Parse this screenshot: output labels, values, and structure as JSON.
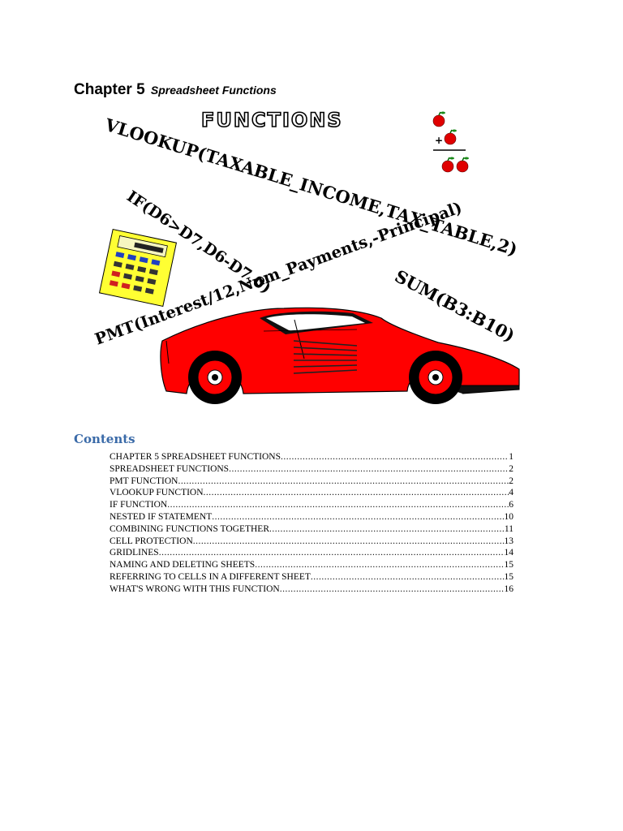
{
  "document": {
    "chapter_label": "Chapter 5",
    "chapter_subtitle": "Spreadsheet Functions"
  },
  "banner": {
    "title": "FUNCTIONS",
    "formula_vlookup": "VLOOKUP(TAXABLE_INCOME,TAX_TABLE,2)",
    "formula_if": "IF(D6>D7,D6-D7,0)",
    "formula_pmt": "PMT(Interest/12,Num_Payments,-Principal)",
    "formula_sum": "SUM(B3:B10)",
    "plus_sign": "+"
  },
  "contents": {
    "heading": "Contents",
    "entries": [
      {
        "title": "CHAPTER 5 SPREADSHEET FUNCTIONS",
        "page": "1"
      },
      {
        "title": "SPREADSHEET FUNCTIONS",
        "page": "2"
      },
      {
        "title": "PMT FUNCTION",
        "page": "2"
      },
      {
        "title": "VLOOKUP FUNCTION",
        "page": "4"
      },
      {
        "title": "IF FUNCTION",
        "page": "6"
      },
      {
        "title": "NESTED IF STATEMENT",
        "page": "10"
      },
      {
        "title": "COMBINING FUNCTIONS TOGETHER",
        "page": "11"
      },
      {
        "title": "CELL PROTECTION",
        "page": "13"
      },
      {
        "title": "GRIDLINES",
        "page": "14"
      },
      {
        "title": "NAMING AND DELETING SHEETS",
        "page": "15"
      },
      {
        "title": "REFERRING TO CELLS IN A DIFFERENT SHEET",
        "page": "15"
      },
      {
        "title": "WHAT'S WRONG WITH THIS FUNCTION",
        "page": "16"
      }
    ]
  },
  "colors": {
    "car_red": "#ff0000",
    "calculator_yellow": "#ffff00",
    "contents_heading": "#3a6aa8"
  }
}
